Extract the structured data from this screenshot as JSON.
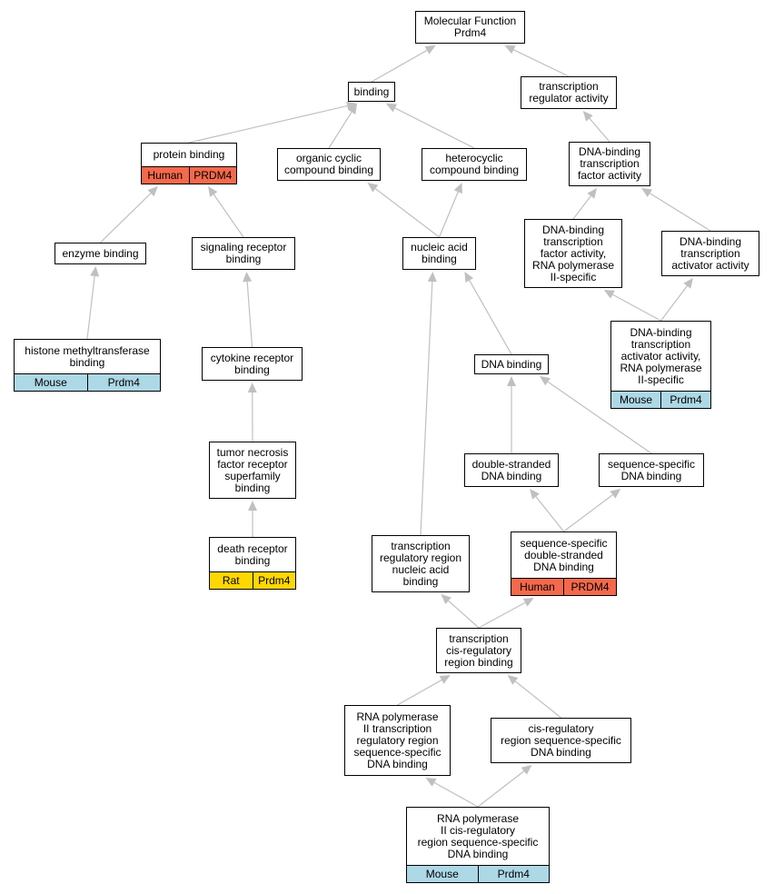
{
  "colors": {
    "node_border": "#000000",
    "node_fill": "#ffffff",
    "edge": "#c0c0c0",
    "human": "#f4694b",
    "mouse": "#add8e6",
    "rat": "#ffd700"
  },
  "nodes": {
    "molecular_function": {
      "label": "Molecular Function\nPrdm4"
    },
    "binding": {
      "label": "binding"
    },
    "transcription_regulator_activity": {
      "label": "transcription\nregulator activity"
    },
    "protein_binding": {
      "label": "protein binding",
      "species": "Human",
      "gene": "PRDM4",
      "annotation_color": "human"
    },
    "organic_cyclic_compound_binding": {
      "label": "organic cyclic\ncompound binding"
    },
    "heterocyclic_compound_binding": {
      "label": "heterocyclic\ncompound binding"
    },
    "dna_binding_tf_activity": {
      "label": "DNA-binding\ntranscription\nfactor activity"
    },
    "enzyme_binding": {
      "label": "enzyme binding"
    },
    "signaling_receptor_binding": {
      "label": "signaling receptor\nbinding"
    },
    "nucleic_acid_binding": {
      "label": "nucleic acid\nbinding"
    },
    "dna_binding_tf_rnap2": {
      "label": "DNA-binding\ntranscription\nfactor activity,\nRNA polymerase\nII-specific"
    },
    "dna_binding_activator": {
      "label": "DNA-binding\ntranscription\nactivator activity"
    },
    "histone_methyltransferase_binding": {
      "label": "histone methyltransferase\nbinding",
      "species": "Mouse",
      "gene": "Prdm4",
      "annotation_color": "mouse"
    },
    "cytokine_receptor_binding": {
      "label": "cytokine receptor\nbinding"
    },
    "dna_binding": {
      "label": "DNA binding"
    },
    "dna_binding_activator_rnap2": {
      "label": "DNA-binding\ntranscription\nactivator activity,\nRNA polymerase\nII-specific",
      "species": "Mouse",
      "gene": "Prdm4",
      "annotation_color": "mouse"
    },
    "tnf_receptor_superfamily_binding": {
      "label": "tumor necrosis\nfactor receptor\nsuperfamily\nbinding"
    },
    "double_stranded_dna_binding": {
      "label": "double-stranded\nDNA binding"
    },
    "sequence_specific_dna_binding": {
      "label": "sequence-specific\nDNA binding"
    },
    "death_receptor_binding": {
      "label": "death receptor\nbinding",
      "species": "Rat",
      "gene": "Prdm4",
      "annotation_color": "rat"
    },
    "transcription_regulatory_region_nucleic_acid_binding": {
      "label": "transcription\nregulatory region\nnucleic acid\nbinding"
    },
    "sequence_specific_ds_dna_binding": {
      "label": "sequence-specific\ndouble-stranded\nDNA binding",
      "species": "Human",
      "gene": "PRDM4",
      "annotation_color": "human"
    },
    "transcription_cis_regulatory_region_binding": {
      "label": "transcription\ncis-regulatory\nregion binding"
    },
    "rnap2_transcription_regulatory_region_ssdna_binding": {
      "label": "RNA polymerase\nII transcription\nregulatory region\nsequence-specific\nDNA binding"
    },
    "cis_regulatory_region_ssdna_binding": {
      "label": "cis-regulatory\nregion sequence-specific\nDNA binding"
    },
    "rnap2_cis_regulatory_region_ssdna_binding": {
      "label": "RNA polymerase\nII cis-regulatory\nregion sequence-specific\nDNA binding",
      "species": "Mouse",
      "gene": "Prdm4",
      "annotation_color": "mouse"
    }
  },
  "edges": [
    {
      "from": "binding",
      "to": "molecular_function"
    },
    {
      "from": "transcription_regulator_activity",
      "to": "molecular_function"
    },
    {
      "from": "protein_binding",
      "to": "binding"
    },
    {
      "from": "organic_cyclic_compound_binding",
      "to": "binding"
    },
    {
      "from": "heterocyclic_compound_binding",
      "to": "binding"
    },
    {
      "from": "dna_binding_tf_activity",
      "to": "transcription_regulator_activity"
    },
    {
      "from": "enzyme_binding",
      "to": "protein_binding"
    },
    {
      "from": "signaling_receptor_binding",
      "to": "protein_binding"
    },
    {
      "from": "nucleic_acid_binding",
      "to": "organic_cyclic_compound_binding"
    },
    {
      "from": "nucleic_acid_binding",
      "to": "heterocyclic_compound_binding"
    },
    {
      "from": "dna_binding_tf_rnap2",
      "to": "dna_binding_tf_activity"
    },
    {
      "from": "dna_binding_activator",
      "to": "dna_binding_tf_activity"
    },
    {
      "from": "histone_methyltransferase_binding",
      "to": "enzyme_binding"
    },
    {
      "from": "cytokine_receptor_binding",
      "to": "signaling_receptor_binding"
    },
    {
      "from": "dna_binding",
      "to": "nucleic_acid_binding"
    },
    {
      "from": "dna_binding_activator_rnap2",
      "to": "dna_binding_tf_rnap2"
    },
    {
      "from": "dna_binding_activator_rnap2",
      "to": "dna_binding_activator"
    },
    {
      "from": "tnf_receptor_superfamily_binding",
      "to": "cytokine_receptor_binding"
    },
    {
      "from": "double_stranded_dna_binding",
      "to": "dna_binding"
    },
    {
      "from": "sequence_specific_dna_binding",
      "to": "dna_binding"
    },
    {
      "from": "death_receptor_binding",
      "to": "tnf_receptor_superfamily_binding"
    },
    {
      "from": "transcription_regulatory_region_nucleic_acid_binding",
      "to": "nucleic_acid_binding"
    },
    {
      "from": "sequence_specific_ds_dna_binding",
      "to": "double_stranded_dna_binding"
    },
    {
      "from": "sequence_specific_ds_dna_binding",
      "to": "sequence_specific_dna_binding"
    },
    {
      "from": "transcription_cis_regulatory_region_binding",
      "to": "transcription_regulatory_region_nucleic_acid_binding"
    },
    {
      "from": "transcription_cis_regulatory_region_binding",
      "to": "sequence_specific_ds_dna_binding"
    },
    {
      "from": "rnap2_transcription_regulatory_region_ssdna_binding",
      "to": "transcription_cis_regulatory_region_binding"
    },
    {
      "from": "cis_regulatory_region_ssdna_binding",
      "to": "transcription_cis_regulatory_region_binding"
    },
    {
      "from": "rnap2_cis_regulatory_region_ssdna_binding",
      "to": "rnap2_transcription_regulatory_region_ssdna_binding"
    },
    {
      "from": "rnap2_cis_regulatory_region_ssdna_binding",
      "to": "cis_regulatory_region_ssdna_binding"
    }
  ]
}
